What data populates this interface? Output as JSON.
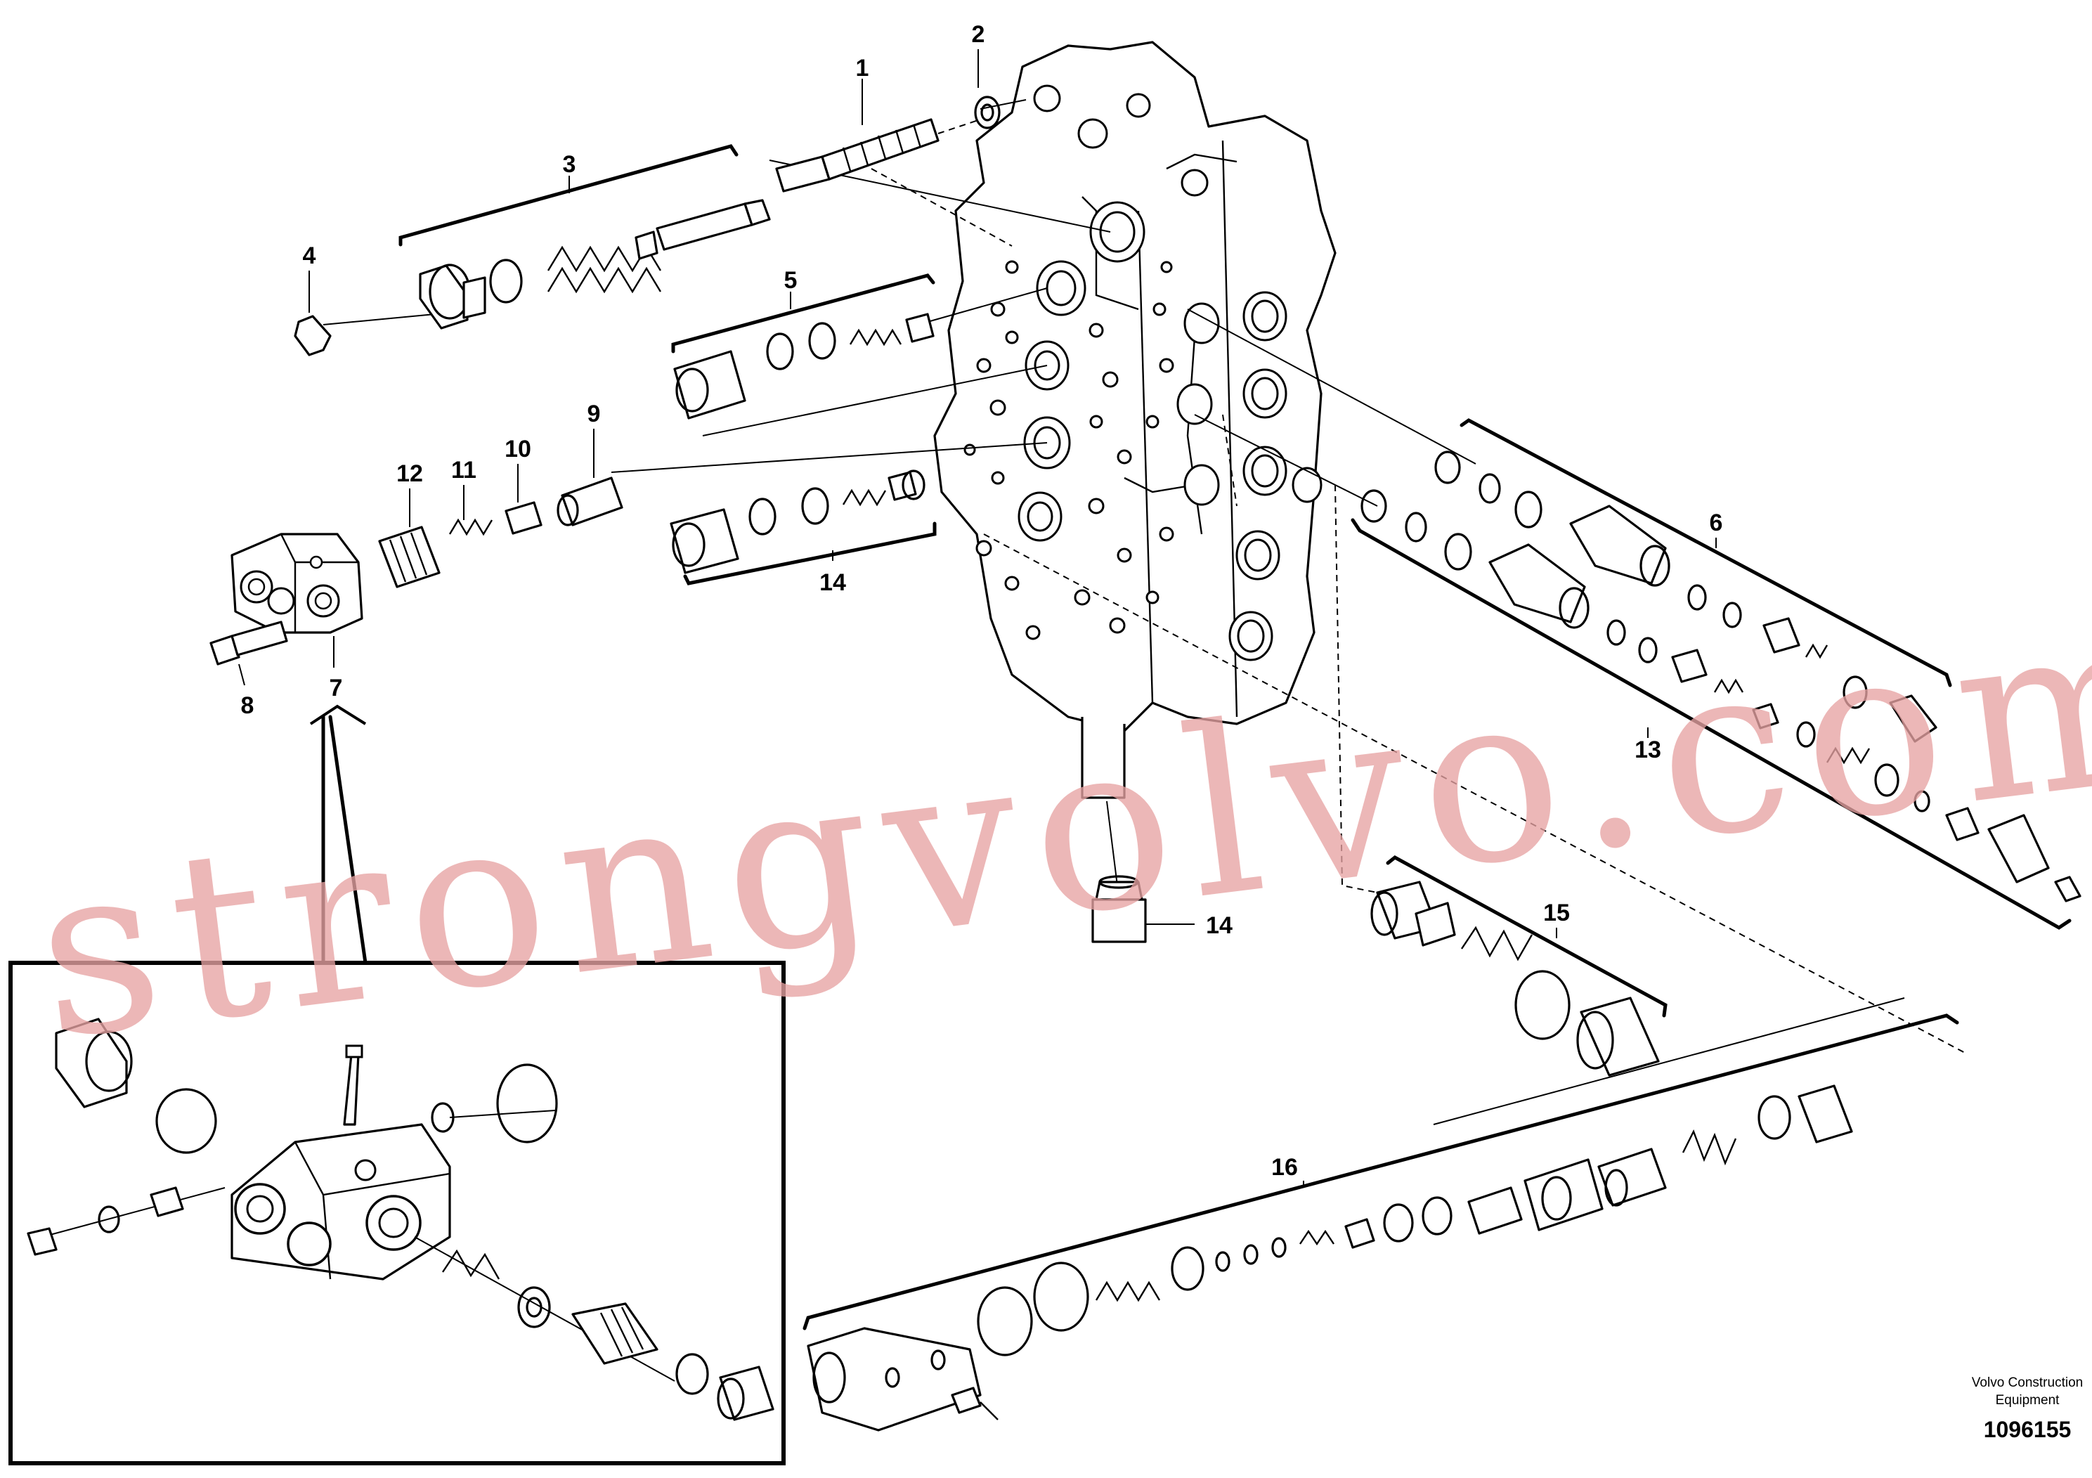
{
  "callouts": {
    "c1": "1",
    "c2": "2",
    "c3": "3",
    "c4": "4",
    "c5": "5",
    "c6": "6",
    "c7": "7",
    "c8": "8",
    "c9": "9",
    "c10": "10",
    "c11": "11",
    "c12": "12",
    "c13": "13",
    "c14a": "14",
    "c14b": "14",
    "c15": "15",
    "c16": "16"
  },
  "credit": {
    "line1": "Volvo Construction",
    "line2": "Equipment"
  },
  "doc_number": "1096155",
  "watermark": "strongvolvo.com"
}
